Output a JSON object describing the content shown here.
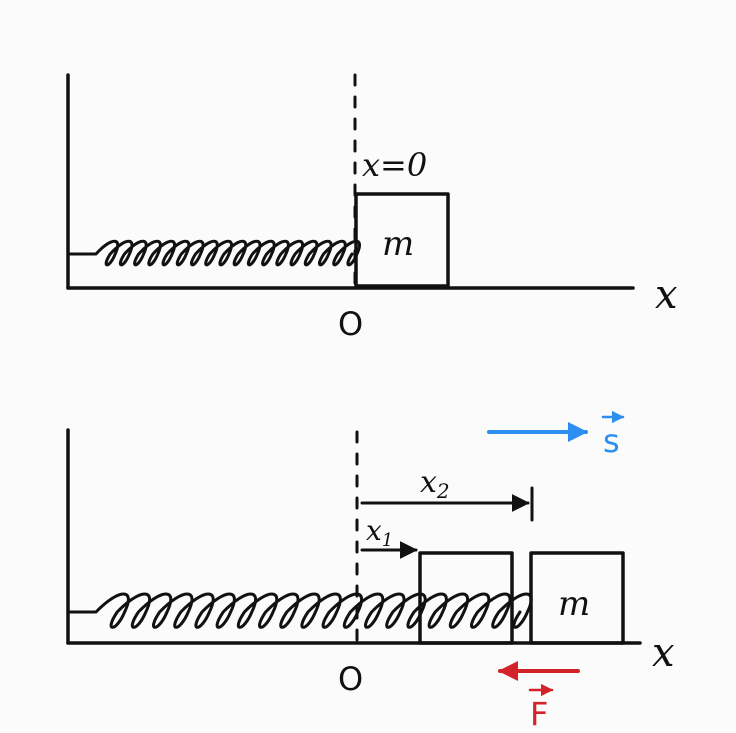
{
  "colors": {
    "ink": "#111111",
    "displacement": "#2b8ef0",
    "force": "#d2232a",
    "background": "#fbfbfb"
  },
  "top": {
    "origin_label": "x=0",
    "mass_label": "m",
    "axis_label": "x",
    "origin_tick": "O"
  },
  "bottom": {
    "x1_label": "x",
    "x1_sub": "1",
    "x2_label": "x",
    "x2_sub": "2",
    "mass_label": "m",
    "axis_label": "x",
    "origin_tick": "O",
    "displacement_label": "s",
    "force_label": "F"
  }
}
